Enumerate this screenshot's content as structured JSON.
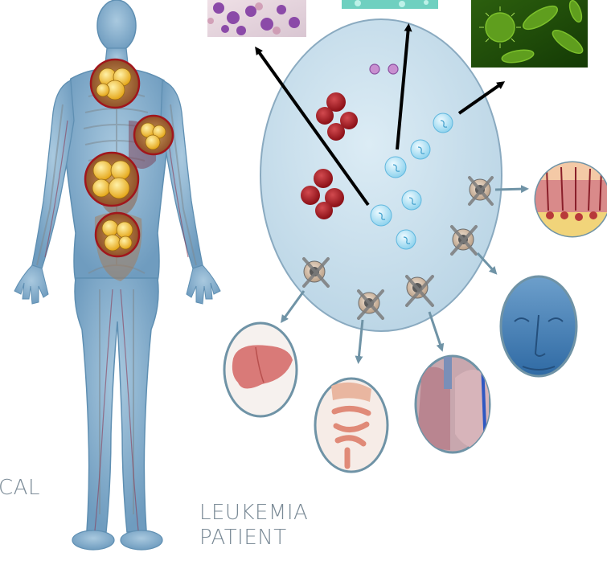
{
  "captions": {
    "left_partial": "CAL",
    "right_line1": "LEUKEMIA",
    "right_line2": "PATIENT"
  },
  "colors": {
    "body_fill": "#8fb4cf",
    "body_outline": "#5f8fb2",
    "cell_circle": "#cfe3ef",
    "cell_circle_edge": "#7fa3bd",
    "red_cell": "#a3161e",
    "white_cell": "#bfe6f7",
    "blast_cluster": "#f5c231",
    "arrow_black": "#000000",
    "arrow_teal": "#6f93a6",
    "bacteria_green": "#5f9e1e",
    "caption": "#7a8a96"
  },
  "icons": [
    "human-body-figure",
    "leukemic-blast-cluster",
    "blood-smear-thumbnail",
    "microscopy-thumbnail",
    "bacteria-thumbnail",
    "skin-cross-section",
    "face-sculpture",
    "lung-organ",
    "intestine-organ",
    "liver-organ",
    "blocked-immune-cell"
  ]
}
